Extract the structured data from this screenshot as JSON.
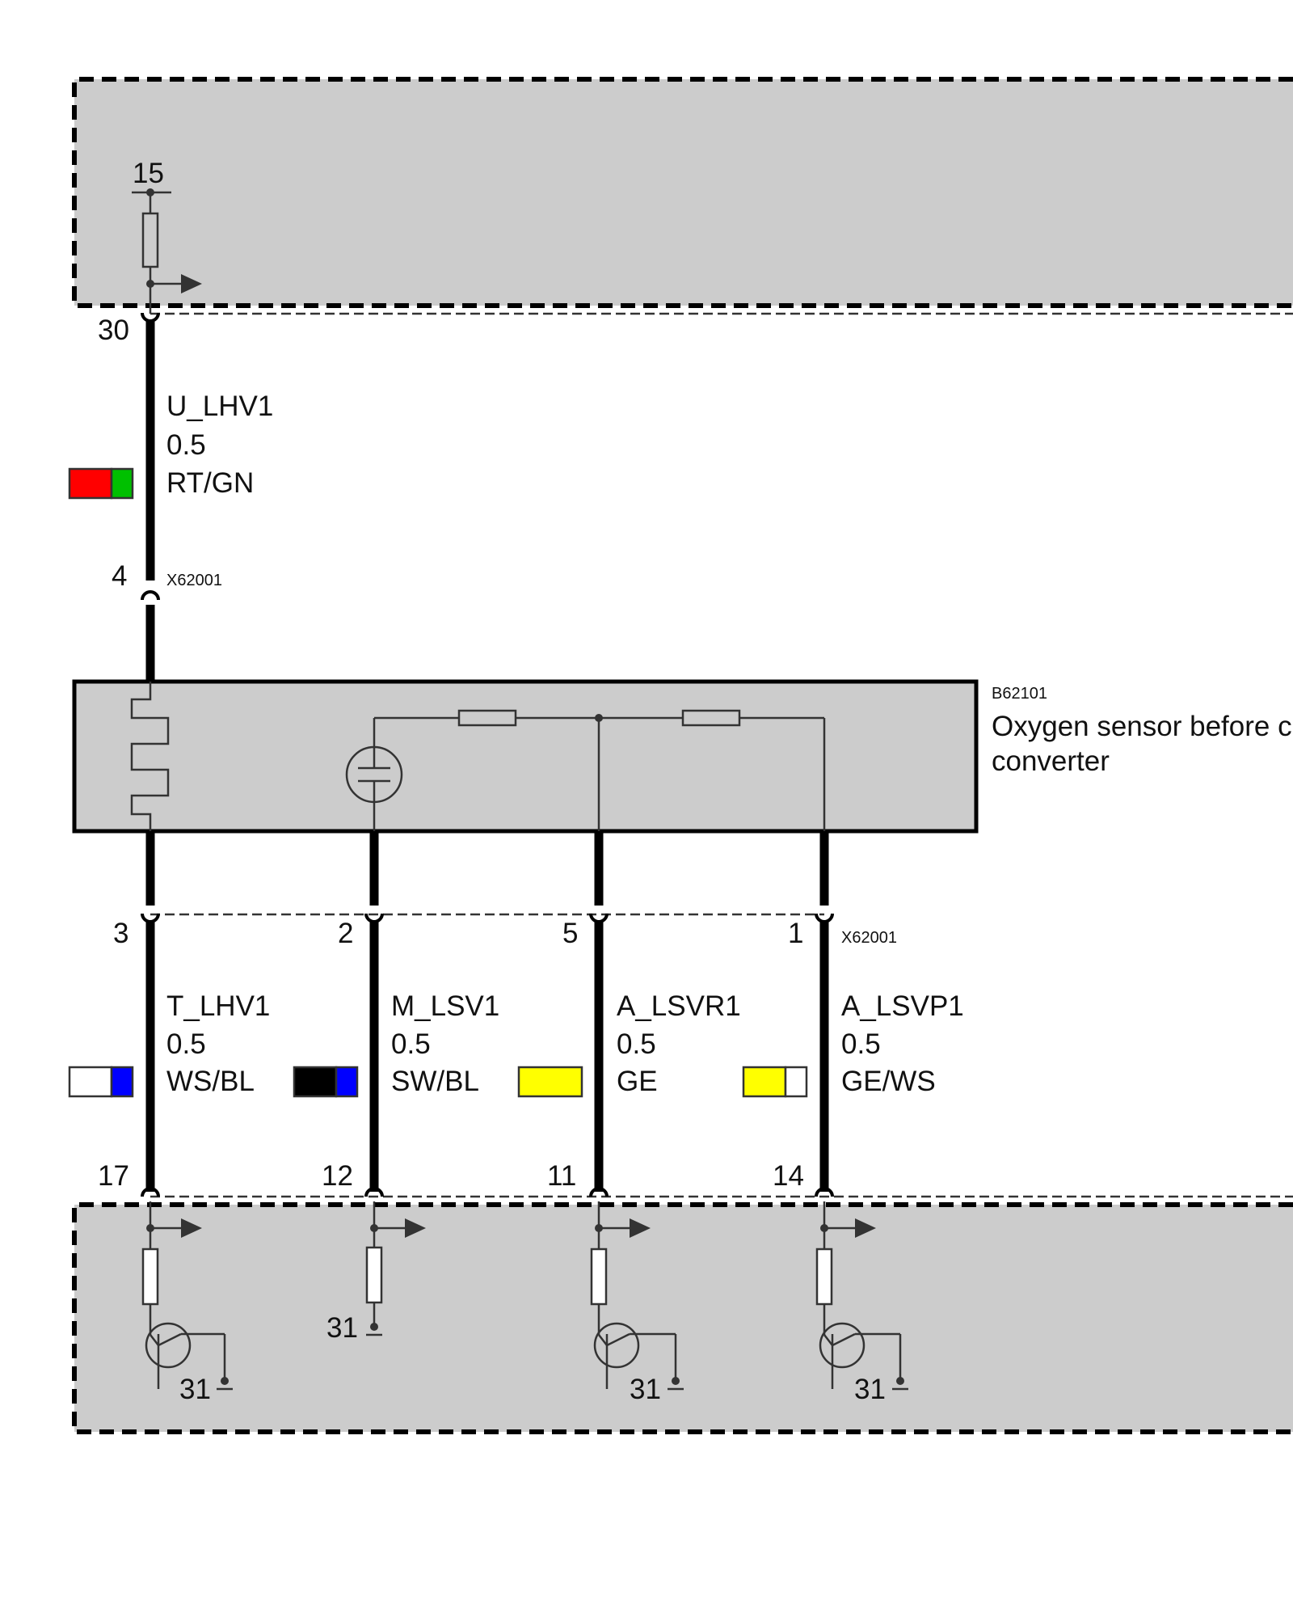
{
  "top_module": {
    "terminal": "15"
  },
  "connectors": {
    "top": {
      "pin": "30"
    },
    "sensor_upper": {
      "pin": "4",
      "id": "X62001"
    },
    "sensor_lower": {
      "id": "X62001",
      "pins": [
        "3",
        "2",
        "5",
        "1"
      ]
    },
    "bottom": {
      "pins": [
        "17",
        "12",
        "11",
        "14"
      ]
    }
  },
  "wires": [
    {
      "signal": "U_LHV1",
      "size": "0.5",
      "color_code": "RT/GN",
      "colors": [
        "#ff0000",
        "#00c000"
      ]
    },
    {
      "signal": "T_LHV1",
      "size": "0.5",
      "color_code": "WS/BL",
      "colors": [
        "#ffffff",
        "#0000ff"
      ]
    },
    {
      "signal": "M_LSV1",
      "size": "0.5",
      "color_code": "SW/BL",
      "colors": [
        "#000000",
        "#0000ff"
      ]
    },
    {
      "signal": "A_LSVR1",
      "size": "0.5",
      "color_code": "GE",
      "colors": [
        "#ffff00"
      ]
    },
    {
      "signal": "A_LSVP1",
      "size": "0.5",
      "color_code": "GE/WS",
      "colors": [
        "#ffff00",
        "#ffffff"
      ]
    }
  ],
  "sensor": {
    "id": "B62101",
    "name_line1": "Oxygen sensor before c",
    "name_line2": "converter"
  },
  "ground_labels": [
    "31",
    "31",
    "31",
    "31"
  ],
  "colors": {
    "module_fill": "#cccccc",
    "wire": "#000000",
    "line": "#333333"
  }
}
